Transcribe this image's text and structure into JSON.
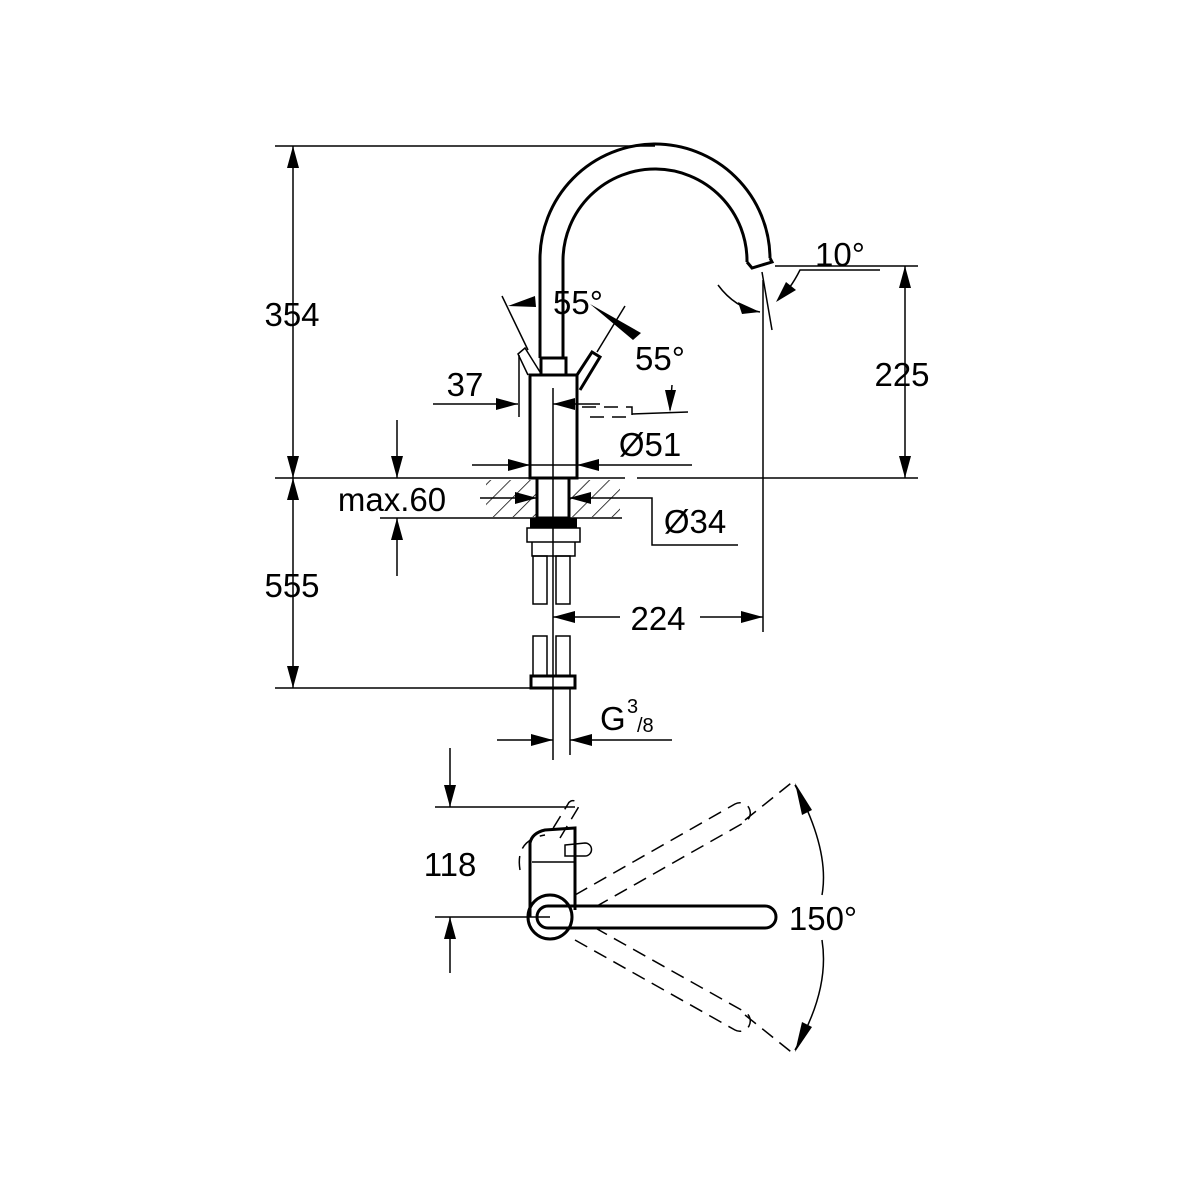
{
  "dimensions": {
    "total_height": "354",
    "spout_height": "225",
    "below_counter": "555",
    "spout_reach": "224",
    "max_thickness": "max.60",
    "hole_diameter": "Ø34",
    "body_diameter": "Ø51",
    "lever_offset": "37",
    "spout_angle": "10°",
    "lever_angle_left": "55°",
    "lever_angle_right": "55°",
    "connection_g": "G",
    "connection_num": "3",
    "connection_den": "/8",
    "top_view_height": "118",
    "swivel_angle": "150°"
  }
}
